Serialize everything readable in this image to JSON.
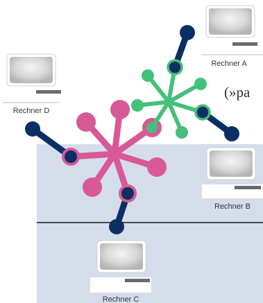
{
  "diagram": {
    "labels": {
      "computer_a": "Rechner A",
      "computer_b": "Rechner B",
      "computer_c": "Rechner C",
      "computer_d": "Rechner D"
    },
    "cut_off_text": "(»pa"
  },
  "colors": {
    "panel": "#d5ddeb",
    "divider": "#1a1a1a",
    "navy_connector": "#0c2f63",
    "pink_hub": "#d85996",
    "green_hub": "#45c07b",
    "monitor_screen": "#d4d4d4",
    "monitor_base": "#6a6a6a"
  }
}
